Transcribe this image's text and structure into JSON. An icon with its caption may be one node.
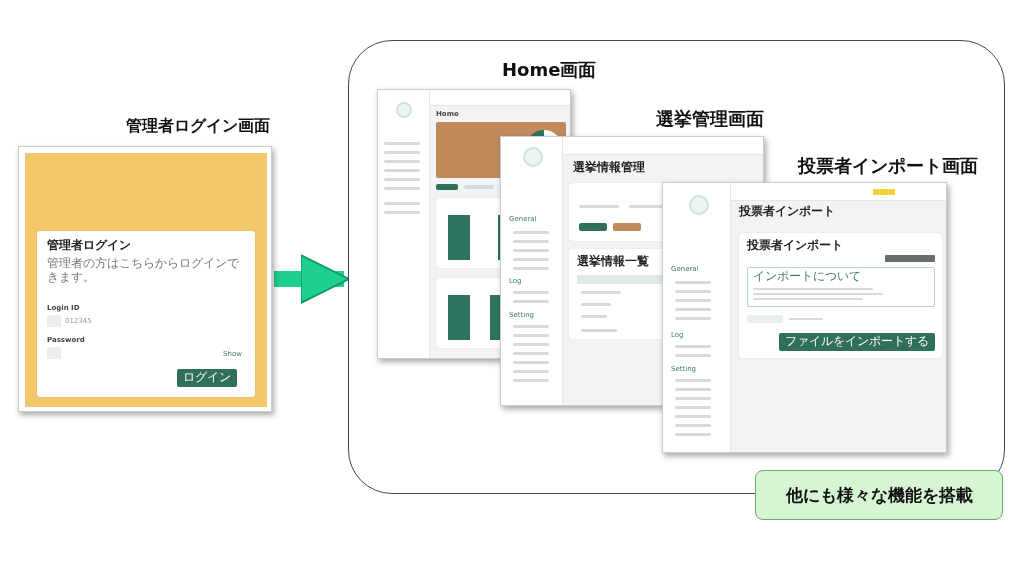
{
  "diagram": {
    "nodes": [
      {
        "text": [
          "管理者ログイン画面"
        ]
      },
      {
        "text": [],
        "shape": "box"
      },
      {
        "text": [
          "Home画面"
        ],
        "in": 1
      },
      {
        "text": [
          "選挙管理画面"
        ],
        "in": 1
      },
      {
        "text": [
          "投票者インポート画面"
        ],
        "in": 1
      },
      {
        "text": [
          "他にも様々な機能を搭載"
        ]
      }
    ],
    "edges": [
      {
        "from": 0,
        "to": 1,
        "arrow": "to"
      }
    ],
    "labels": [
      "管理者ログイン",
      "管理者の方はこちらからログインできます。",
      "Login ID",
      "012345",
      "Password",
      "Show",
      "ログイン",
      "Home",
      "General",
      "Log",
      "Setting",
      "選挙情報管理",
      "選挙情報一覧",
      "General",
      "Log",
      "Setting",
      "投票者インポート",
      "投票者インポート",
      "インポートについて",
      "ファイルをインポートする"
    ]
  }
}
